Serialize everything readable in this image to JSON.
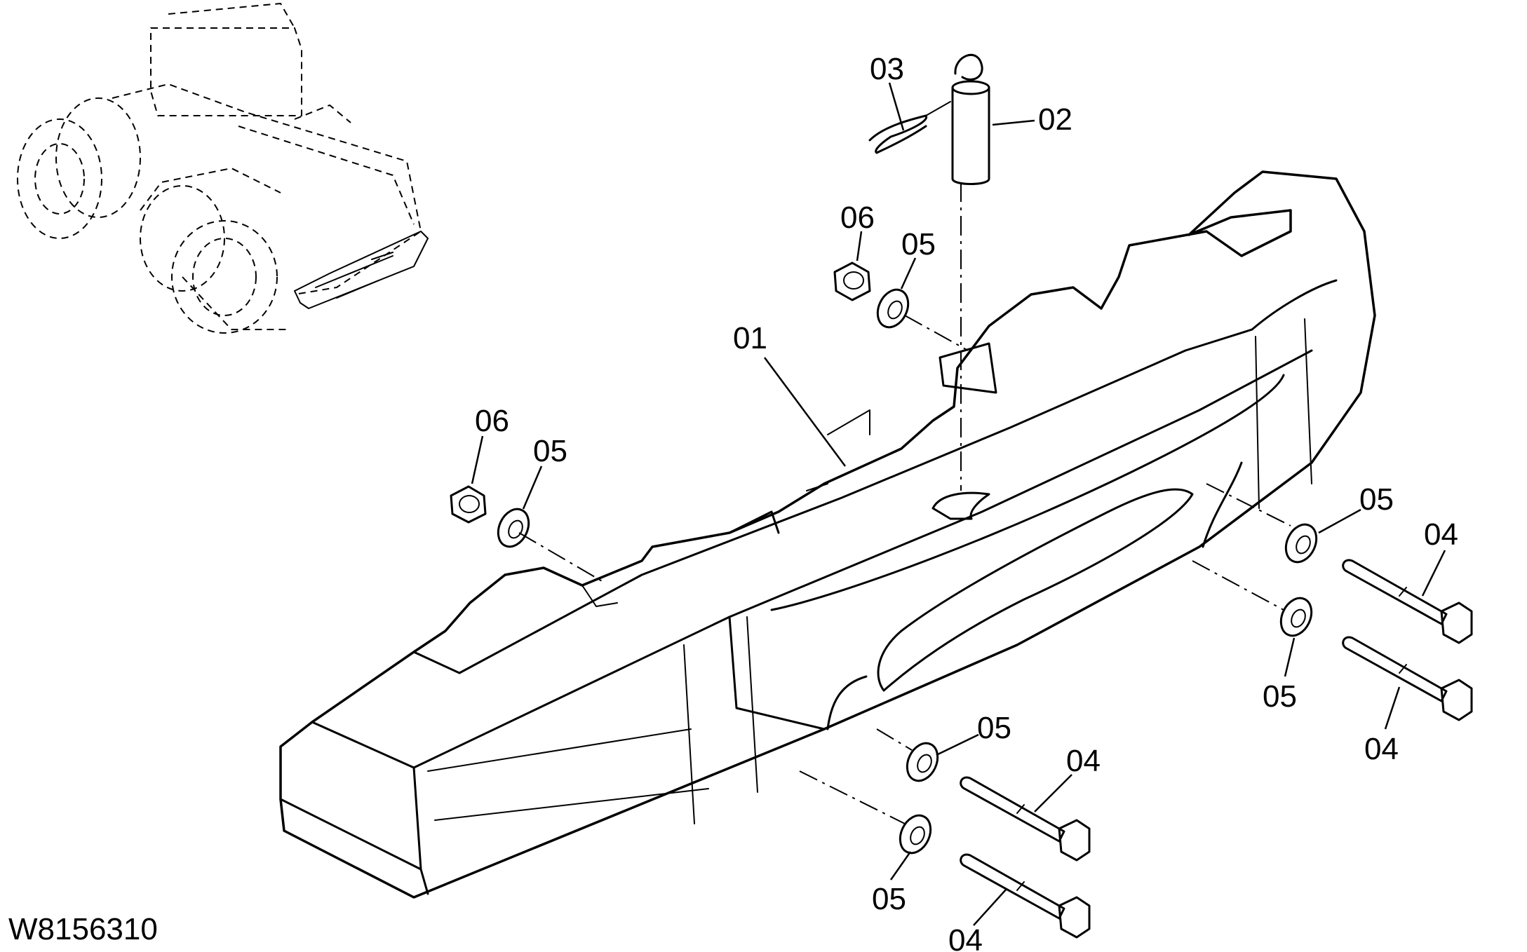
{
  "drawing_id": "W8156310",
  "callouts": {
    "c01": "01",
    "c02": "02",
    "c03": "03",
    "c04a": "04",
    "c04b": "04",
    "c04c": "04",
    "c04d": "04",
    "c05a": "05",
    "c05b": "05",
    "c05c": "05",
    "c05d": "05",
    "c05e": "05",
    "c05f": "05",
    "c06a": "06",
    "c06b": "06"
  }
}
